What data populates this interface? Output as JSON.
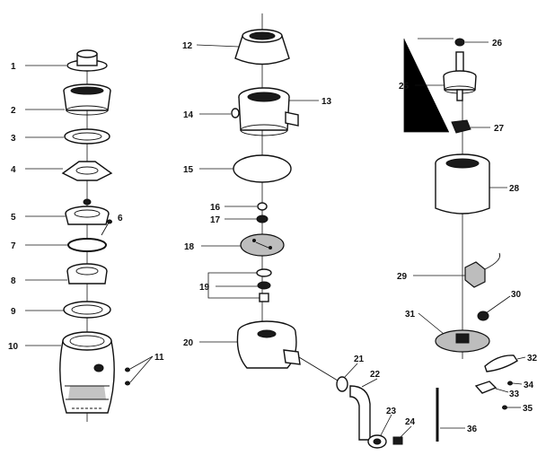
{
  "diagram": {
    "labels": [
      "1",
      "2",
      "3",
      "4",
      "5",
      "6",
      "7",
      "8",
      "9",
      "10",
      "11",
      "12",
      "13",
      "14",
      "15",
      "16",
      "17",
      "18",
      "19",
      "20",
      "21",
      "22",
      "23",
      "24",
      "25",
      "26",
      "27",
      "28",
      "29",
      "30",
      "31",
      "32",
      "33",
      "34",
      "35",
      "36"
    ]
  }
}
